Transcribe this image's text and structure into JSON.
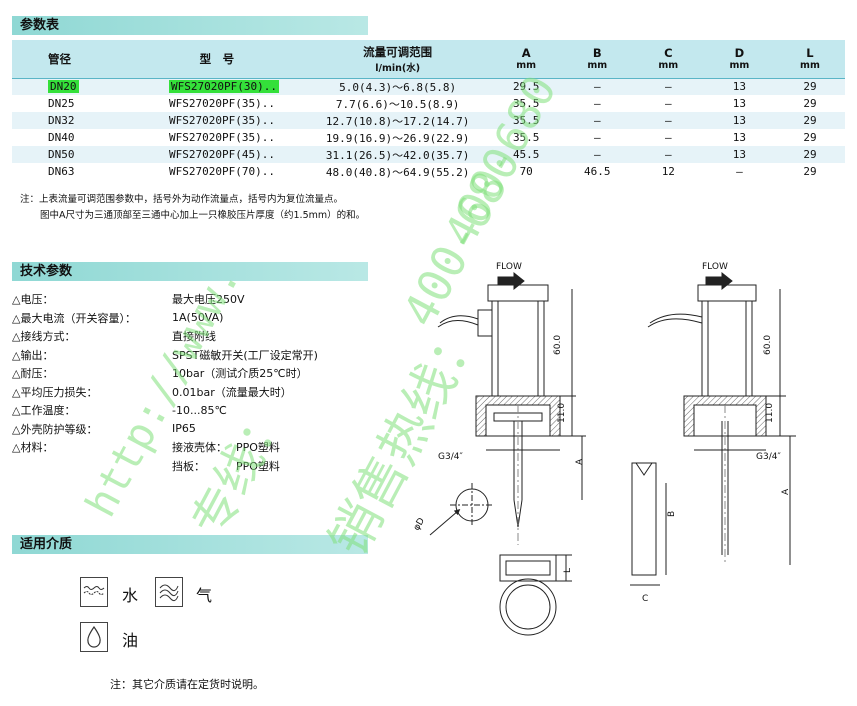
{
  "sections": {
    "params": "参数表",
    "tech": "技术参数",
    "media": "适用介质"
  },
  "table": {
    "headers": {
      "size": "管径",
      "model": "型　号",
      "flow": "流量可调范围",
      "flow_unit": "l/min(水)",
      "a": "A",
      "b": "B",
      "c": "C",
      "d": "D",
      "l": "L",
      "unit": "mm"
    },
    "rows": [
      {
        "size": "DN20",
        "model": "WFS27020PF(30)..",
        "flow": "5.0(4.3)～6.8(5.8)",
        "a": "29.5",
        "b": "—",
        "c": "—",
        "d": "13",
        "l": "29"
      },
      {
        "size": "DN25",
        "model": "WFS27020PF(35)..",
        "flow": "7.7(6.6)～10.5(8.9)",
        "a": "35.5",
        "b": "—",
        "c": "—",
        "d": "13",
        "l": "29"
      },
      {
        "size": "DN32",
        "model": "WFS27020PF(35)..",
        "flow": "12.7(10.8)～17.2(14.7)",
        "a": "35.5",
        "b": "—",
        "c": "—",
        "d": "13",
        "l": "29"
      },
      {
        "size": "DN40",
        "model": "WFS27020PF(35)..",
        "flow": "19.9(16.9)～26.9(22.9)",
        "a": "35.5",
        "b": "—",
        "c": "—",
        "d": "13",
        "l": "29"
      },
      {
        "size": "DN50",
        "model": "WFS27020PF(45)..",
        "flow": "31.1(26.5)～42.0(35.7)",
        "a": "45.5",
        "b": "—",
        "c": "—",
        "d": "13",
        "l": "29"
      },
      {
        "size": "DN63",
        "model": "WFS27020PF(70)..",
        "flow": "48.0(40.8)～64.9(55.2)",
        "a": "70",
        "b": "46.5",
        "c": "12",
        "d": "—",
        "l": "29"
      }
    ]
  },
  "notes": {
    "n1": "注：上表流量可调范围参数中，括号外为动作流量点，括号内为复位流量点。",
    "n2": "图中A尺寸为三通顶部至三通中心加上一只橡胶压片厚度（约1.5mm）的和。",
    "n3": "注：其它介质请在定货时说明。"
  },
  "tech": [
    {
      "key": "△电压：",
      "val": "最大电压250V"
    },
    {
      "key": "△最大电流（开关容量）：",
      "val": "1A(50VA)"
    },
    {
      "key": "△接线方式：",
      "val": "直接附线"
    },
    {
      "key": "△输出：",
      "val": "SPST磁敏开关(工厂设定常开)"
    },
    {
      "key": "△耐压：",
      "val": "10bar（测试介质25℃时）"
    },
    {
      "key": "△平均压力损失：",
      "val": "0.01bar（流量最大时）"
    },
    {
      "key": "△工作温度：",
      "val": "-10...85℃"
    },
    {
      "key": "△外壳防护等级：",
      "val": "IP65"
    },
    {
      "key": "△材料：",
      "val_a_label": "接液壳体：",
      "val_a": "PPO塑料",
      "val_b_label": "挡板：",
      "val_b": "PPO塑料"
    }
  ],
  "media": {
    "water": "水",
    "gas": "气",
    "oil": "油"
  },
  "diagram": {
    "flow": "FLOW",
    "g34": "G3/4″",
    "dim60": "60.0",
    "dim11": "11.0",
    "a": "A",
    "b": "B",
    "c": "C",
    "l": "L",
    "phi_d": "φD"
  },
  "watermark": {
    "url": "http://www.",
    "phone": "400-680",
    "hotline": "专线：",
    "sales": "销售热线："
  }
}
